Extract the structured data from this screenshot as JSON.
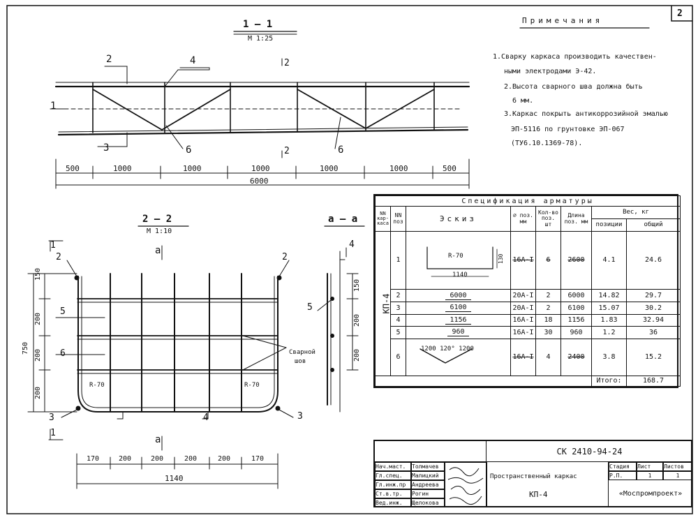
{
  "sheet": {
    "number": "2"
  },
  "views": {
    "section11": {
      "title": "1 – 1",
      "scale": "М 1:25",
      "callouts": [
        "2",
        "4",
        "1",
        "3",
        "6",
        "6"
      ],
      "section_mark": "2",
      "dims": [
        "500",
        "1000",
        "1000",
        "1000",
        "1000",
        "1000",
        "500"
      ],
      "total": "6000"
    },
    "section22": {
      "title": "2 – 2",
      "scale": "М 1:10",
      "marker_a": "а",
      "callouts": [
        "1",
        "2",
        "2",
        "5",
        "6",
        "3",
        "3",
        "1",
        "4"
      ],
      "radius_left": "R-70",
      "radius_right": "R-70",
      "vdims": [
        "150",
        "200",
        "200",
        "200"
      ],
      "vtotal": "750",
      "hdims": [
        "170",
        "200",
        "200",
        "200",
        "200",
        "170"
      ],
      "htotal": "1140",
      "weld_note": [
        "Сварной",
        "шов"
      ]
    },
    "sectionaa": {
      "title": "а – а",
      "callouts": [
        "4",
        "5"
      ],
      "vdims": [
        "150",
        "200",
        "200"
      ]
    }
  },
  "notes": {
    "heading": "Примечания",
    "lines": [
      "1.Сварку каркаса производить качествен-",
      "ными электродами Э-42.",
      "2.Высота сварного шва должна быть",
      "6 мм.",
      "3.Каркас покрыть антикоррозийной эмалью",
      "ЭП-5116 по грунтовке ЭП-067",
      "(ТУ6.10.1369-78)."
    ]
  },
  "spec_table": {
    "caption": "Спецификация арматуры",
    "headers": {
      "frame": "NN кар-каса",
      "pos": "NN поз",
      "sketch": "Эскиз",
      "dia": "⌀ поз. мм",
      "qty": "Кол-во поз. шт",
      "len": "Длина поз. мм",
      "weight": "Вес, кг",
      "w_pos": "позиции",
      "w_total": "общий"
    },
    "frame_id": "КП-4",
    "rows": [
      {
        "pos": "1",
        "sketch": "1140",
        "sketch_r": "R-70",
        "sketch_h": "130",
        "dia": "16А-I",
        "qty": "6",
        "len": "2600",
        "wpos": "4.1",
        "wtot": "24.6"
      },
      {
        "pos": "2",
        "sketch": "6000",
        "dia": "20А-I",
        "qty": "2",
        "len": "6000",
        "wpos": "14.82",
        "wtot": "29.7"
      },
      {
        "pos": "3",
        "sketch": "6100",
        "dia": "20А-I",
        "qty": "2",
        "len": "6100",
        "wpos": "15.07",
        "wtot": "30.2"
      },
      {
        "pos": "4",
        "sketch": "1156",
        "dia": "16А-I",
        "qty": "18",
        "len": "1156",
        "wpos": "1.83",
        "wtot": "32.94"
      },
      {
        "pos": "5",
        "sketch": "960",
        "dia": "16А-I",
        "qty": "30",
        "len": "960",
        "wpos": "1.2",
        "wtot": "36"
      },
      {
        "pos": "6",
        "sketch": "1200 120° 1200",
        "dia": "16А-I",
        "qty": "4",
        "len": "2400",
        "wpos": "3.8",
        "wtot": "15.2"
      }
    ],
    "total_label": "Итого:",
    "total_value": "168.7"
  },
  "title_block": {
    "code": "СК 2410-94-24",
    "staff": [
      {
        "role": "Нач.маст.",
        "name": "Толмачев"
      },
      {
        "role": "Гл.спец.",
        "name": "Малицкий"
      },
      {
        "role": "Гл.инж.пр",
        "name": "Андреева"
      },
      {
        "role": "Ст.в.тр.",
        "name": "Рогин"
      },
      {
        "role": "Вед.инж.",
        "name": "Щелокова"
      }
    ],
    "product": "Пространственный каркас",
    "product_code": "КП-4",
    "stage_label": "Стадия",
    "stage": "Р.П.",
    "sheet_label": "Лист",
    "sheet": "1",
    "sheets_label": "Листов",
    "sheets": "1",
    "org": "«Моспромпроект»"
  }
}
